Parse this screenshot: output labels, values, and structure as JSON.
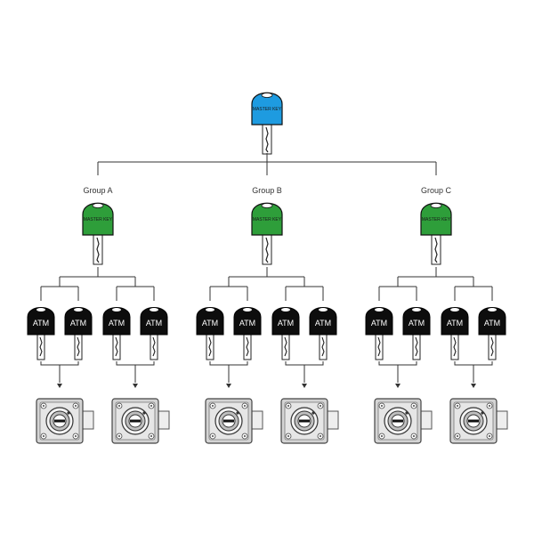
{
  "master": {
    "label": "MASTER KEY",
    "color": "#1e9be0",
    "icon": "master-key-icon"
  },
  "groups": [
    {
      "name": "Group A",
      "key_label": "MASTER KEY",
      "key_color": "#2e9e3a",
      "users": [
        {
          "label": "ATM"
        },
        {
          "label": "ATM"
        },
        {
          "label": "ATM"
        },
        {
          "label": "ATM"
        }
      ],
      "locks": [
        "cam-lock-icon",
        "cam-lock-icon"
      ]
    },
    {
      "name": "Group B",
      "key_label": "MASTER KEY",
      "key_color": "#2e9e3a",
      "users": [
        {
          "label": "ATM"
        },
        {
          "label": "ATM"
        },
        {
          "label": "ATM"
        },
        {
          "label": "ATM"
        }
      ],
      "locks": [
        "cam-lock-icon",
        "cam-lock-icon"
      ]
    },
    {
      "name": "Group C",
      "key_label": "MASTER KEY",
      "key_color": "#2e9e3a",
      "users": [
        {
          "label": "ATM"
        },
        {
          "label": "ATM"
        },
        {
          "label": "ATM"
        },
        {
          "label": "ATM"
        }
      ],
      "locks": [
        "cam-lock-icon",
        "cam-lock-icon"
      ]
    }
  ],
  "user_key_color": "#0d0d0d",
  "line_color": "#333333"
}
